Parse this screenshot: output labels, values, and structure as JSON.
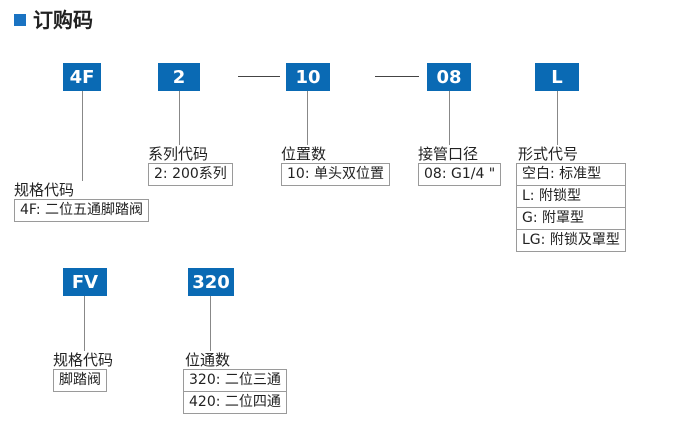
{
  "title": "订购码",
  "codes": {
    "c1": "4F",
    "c2": "2",
    "c3": "10",
    "c4": "08",
    "c5": "L",
    "c6": "FV",
    "c7": "320"
  },
  "separators": {
    "dash": "—"
  },
  "groups": {
    "spec": {
      "label": "规格代码",
      "values": [
        "4F: 二位五通脚踏阀"
      ]
    },
    "series": {
      "label": "系列代码",
      "values": [
        "2: 200系列"
      ]
    },
    "positions": {
      "label": "位置数",
      "values": [
        "10: 单头双位置"
      ]
    },
    "port": {
      "label": "接管口径",
      "values": [
        "08: G1/4 \""
      ]
    },
    "form": {
      "label": "形式代号",
      "values": [
        "空白: 标准型",
        "L: 附锁型",
        "G: 附罩型",
        "LG: 附锁及罩型"
      ]
    },
    "spec2": {
      "label": "规格代码",
      "values": [
        "脚踏阀"
      ]
    },
    "ways": {
      "label": "位通数",
      "values": [
        "320: 二位三通",
        "420: 二位四通"
      ]
    }
  },
  "colors": {
    "code_bg": "#0a6ab4",
    "marker": "#1a73c2"
  }
}
